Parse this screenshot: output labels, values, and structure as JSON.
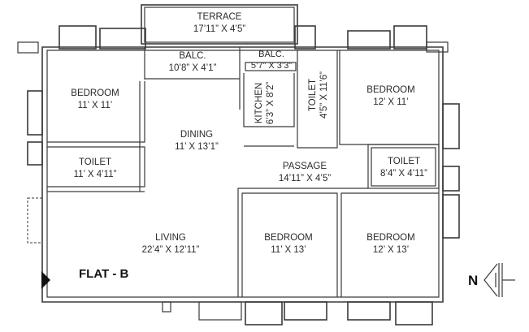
{
  "plan": {
    "flat_label": "FLAT - B",
    "north_label": "N",
    "rooms": [
      {
        "id": "terrace",
        "name": "TERRACE",
        "size": "17’11” X 4’5”"
      },
      {
        "id": "balcony-1",
        "name": "BALC.",
        "size": "10’8” X 4’1”"
      },
      {
        "id": "balcony-2",
        "name": "BALC.",
        "size": "5’7” X 3’3”"
      },
      {
        "id": "bedroom-1",
        "name": "BEDROOM",
        "size": "11’ X 11’"
      },
      {
        "id": "kitchen",
        "name": "KITCHEN",
        "size": "6’3” X 8’2”"
      },
      {
        "id": "toilet-2",
        "name": "TOILET",
        "size": "4’5” X 11’6”"
      },
      {
        "id": "bedroom-2",
        "name": "BEDROOM",
        "size": "12’ X 11’"
      },
      {
        "id": "dining",
        "name": "DINING",
        "size": "11’ X 13’1”"
      },
      {
        "id": "toilet-1",
        "name": "TOILET",
        "size": "11’ X 4’11”"
      },
      {
        "id": "passage",
        "name": "PASSAGE",
        "size": "14’11” X 4’5”"
      },
      {
        "id": "toilet-3",
        "name": "TOILET",
        "size": "8’4” X 4’11”"
      },
      {
        "id": "living",
        "name": "LIVING",
        "size": "22’4” X 12’11”"
      },
      {
        "id": "bedroom-3",
        "name": "BEDROOM",
        "size": "11’ X 13’"
      },
      {
        "id": "bedroom-4",
        "name": "BEDROOM",
        "size": "12’ X 13’"
      }
    ]
  }
}
